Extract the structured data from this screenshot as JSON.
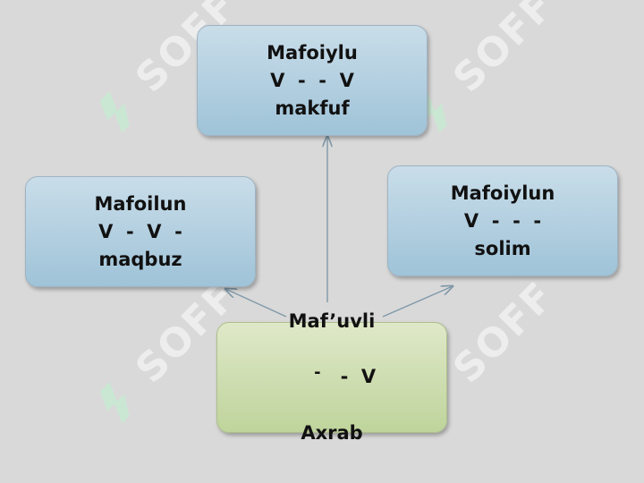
{
  "watermark": {
    "text": "SOFF",
    "symbol_color": "#b8f0c8"
  },
  "nodes": {
    "top": {
      "name": "Mafoiylu",
      "pattern": "V  -  -  V",
      "type": "makfuf"
    },
    "left": {
      "name": "Mafoilun",
      "pattern": "V  -  V  -",
      "type": "maqbuz"
    },
    "right": {
      "name": "Mafoiylun",
      "pattern": "V  -  -  -",
      "type": "solim"
    },
    "bottom": {
      "name": "Maf’uvli",
      "pattern_a": "-",
      "pattern_b": "-  V",
      "type": "Axrab"
    }
  },
  "colors": {
    "background": "#d9d9d9",
    "box_blue": "#b3d0e1",
    "box_green": "#cfdeb2",
    "arrow": "#7f98a8"
  }
}
